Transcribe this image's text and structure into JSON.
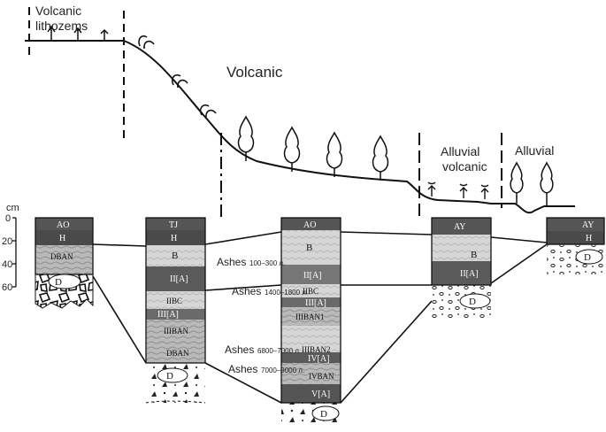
{
  "zones": {
    "lithozems_line1": "Volcanic",
    "lithozems_line2": "lithozems",
    "volcanic": "Volcanic",
    "alluvial_volcanic_line1": "Alluvial",
    "alluvial_volcanic_line2": "volcanic",
    "alluvial": "Alluvial"
  },
  "depth_axis": {
    "unit": "cm",
    "ticks": [
      "0",
      "20",
      "40",
      "60"
    ]
  },
  "profiles": [
    {
      "horizons": [
        "AO",
        "H",
        "DBAN",
        "D"
      ]
    },
    {
      "horizons": [
        "TJ",
        "H",
        "B",
        "II[A]",
        "IIBC",
        "III[A]",
        "IIIBAN",
        "DBAN",
        "D"
      ]
    },
    {
      "horizons": [
        "AO",
        "B",
        "II[A]",
        "IIBC",
        "III[A]",
        "IIIBAN1",
        "IIIBAN2",
        "IV[A]",
        "IVBAN",
        "V[A]",
        "D"
      ]
    },
    {
      "horizons": [
        "AY",
        "B",
        "II[A]",
        "D"
      ]
    },
    {
      "horizons": [
        "AY",
        "H",
        "D"
      ]
    }
  ],
  "ash_labels": [
    {
      "word": "Ashes",
      "age": "100–300 л."
    },
    {
      "word": "Ashes",
      "age": "1400–1800 л."
    },
    {
      "word": "Ashes",
      "age": "6800–7000 л."
    },
    {
      "word": "Ashes",
      "age": "7000–9000 л."
    }
  ],
  "colors": {
    "dark_horizon": "#4a4a4a",
    "mid_horizon": "#8c8c8c",
    "light_horizon": "#d4d4d4",
    "line": "#111111"
  }
}
